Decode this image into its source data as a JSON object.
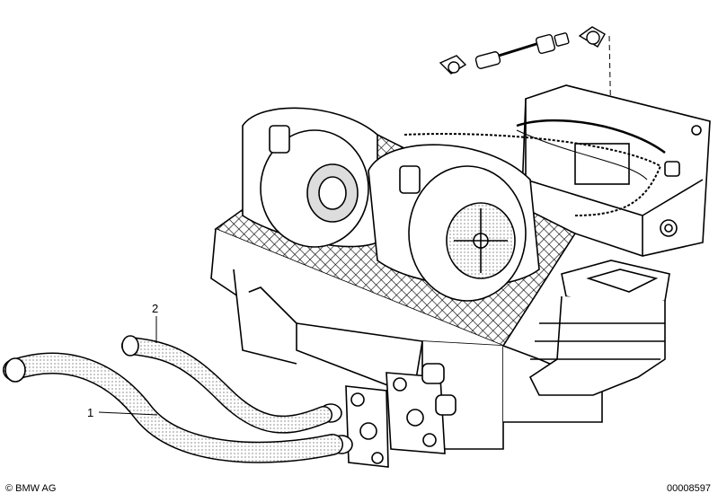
{
  "callouts": [
    {
      "id": "1",
      "text": "1"
    },
    {
      "id": "2",
      "text": "2"
    }
  ],
  "footer": {
    "copyright": "© BMW AG",
    "doc_number": "00008597"
  },
  "colors": {
    "ink": "#000000",
    "paper": "#ffffff"
  }
}
